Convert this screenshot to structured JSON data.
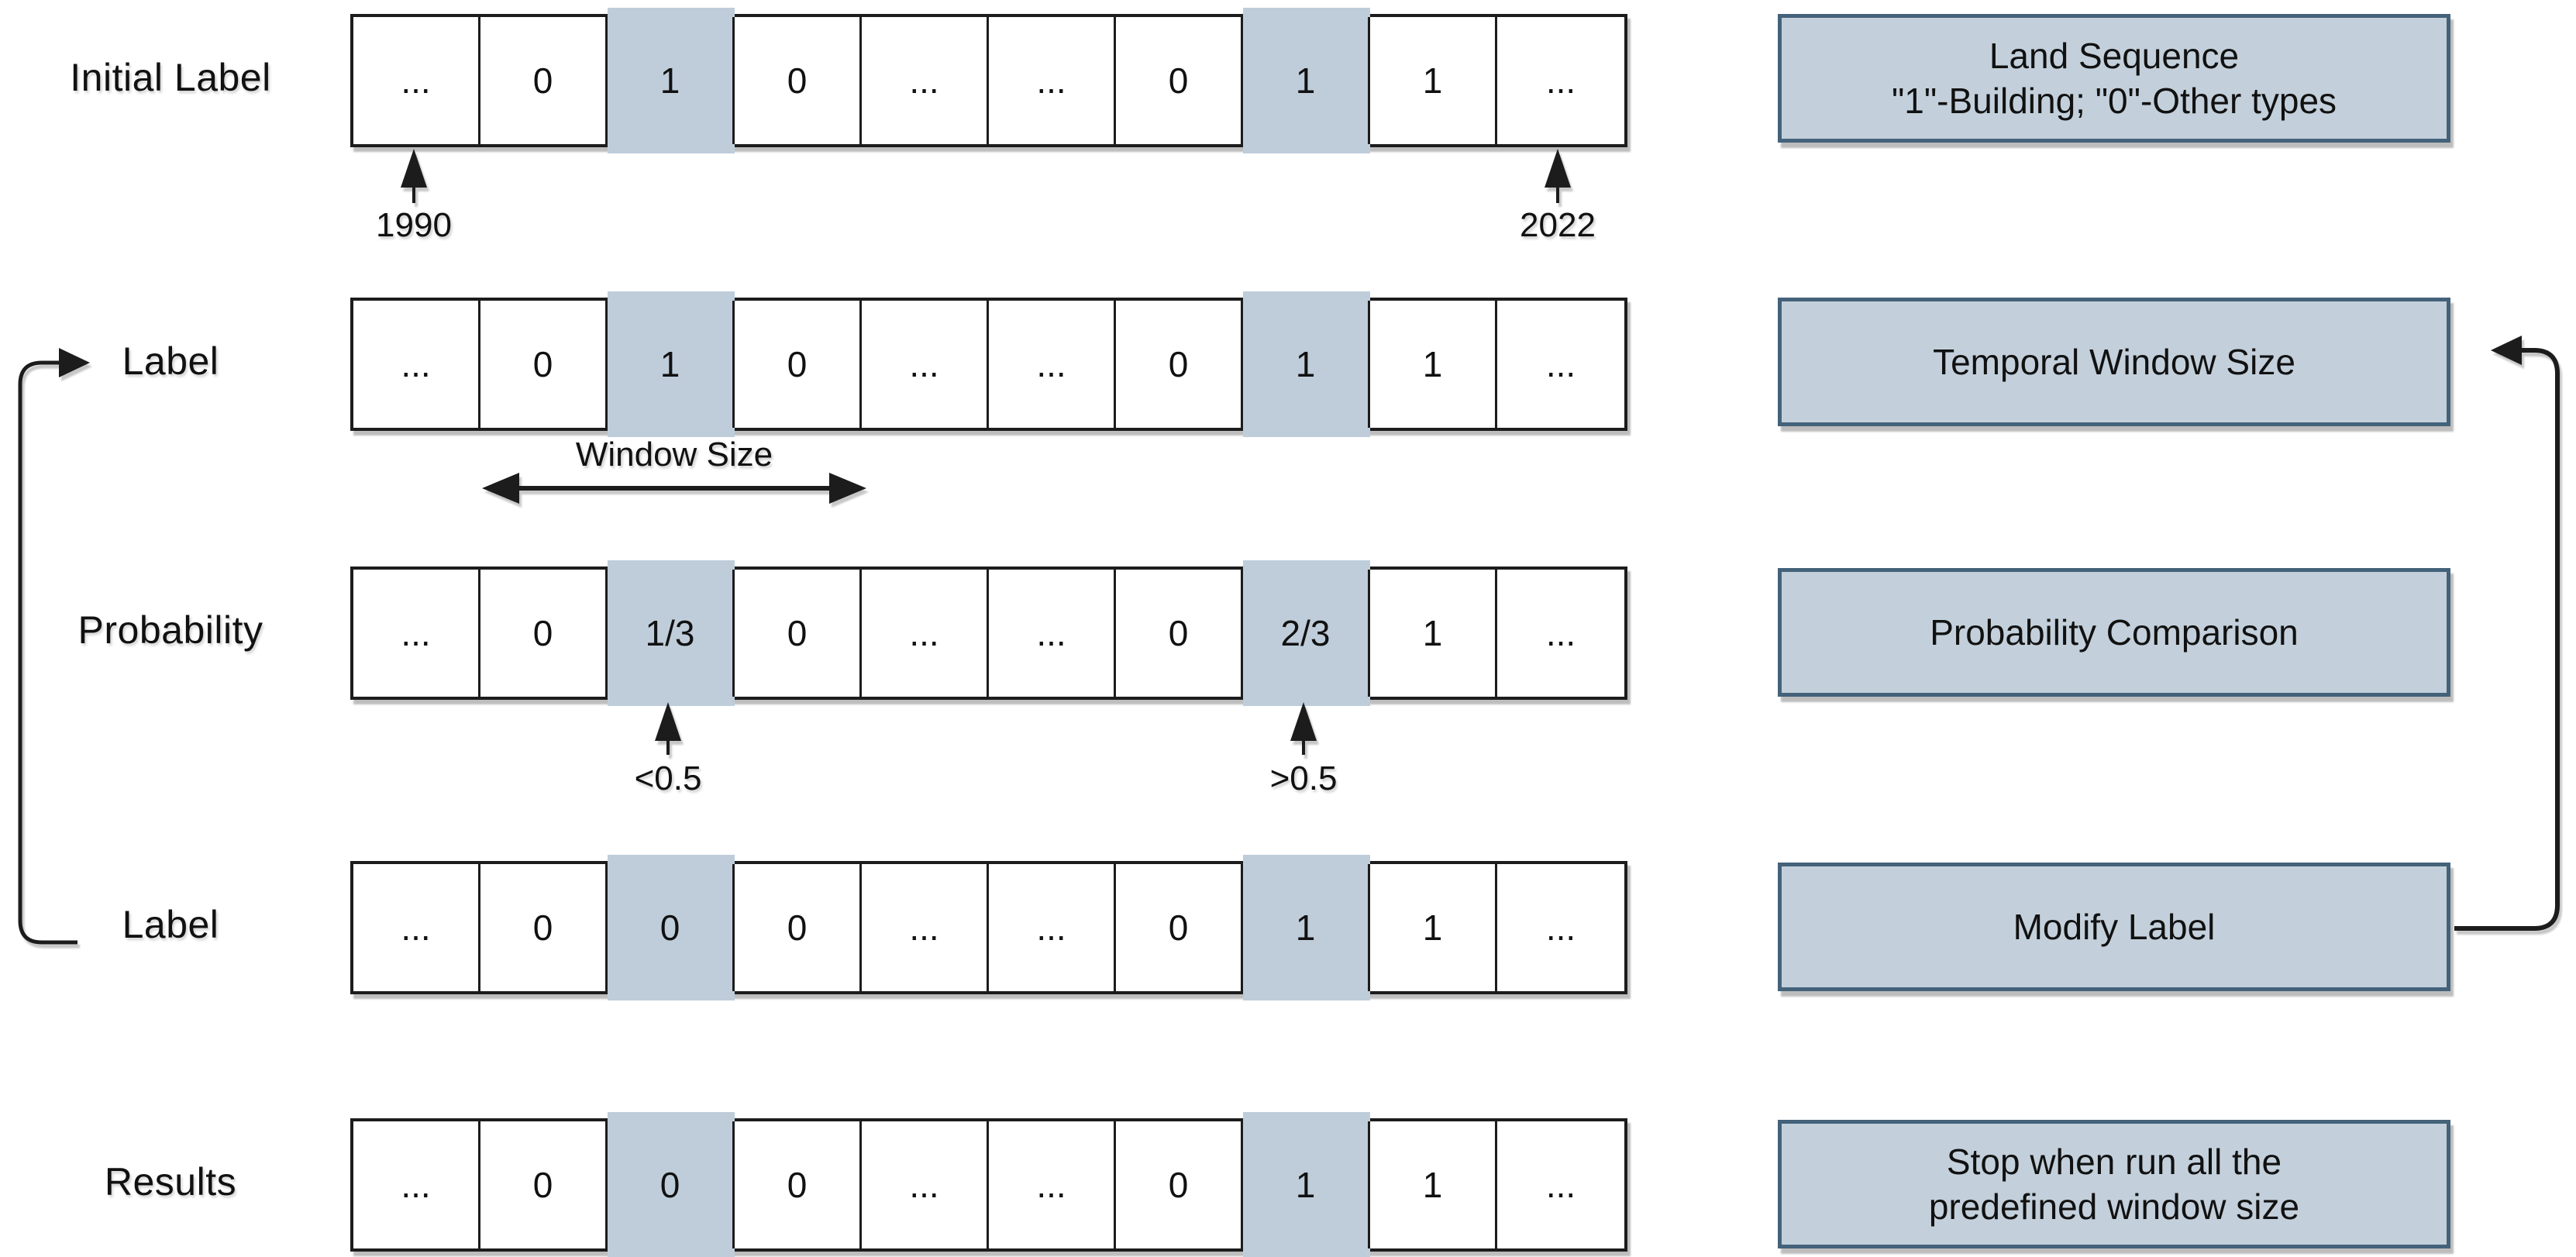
{
  "colors": {
    "highlight": "#bfcdda",
    "box_fill": "#c3d0db",
    "box_border": "#44627a",
    "line": "#1c1c1c"
  },
  "left_labels": [
    "Initial Label",
    "Label",
    "Probability",
    "Label",
    "Results"
  ],
  "rows": [
    {
      "name": "initial-label",
      "cells": [
        "...",
        "0",
        "1",
        "0",
        "...",
        "...",
        "0",
        "1",
        "1",
        "..."
      ]
    },
    {
      "name": "label",
      "cells": [
        "...",
        "0",
        "1",
        "0",
        "...",
        "...",
        "0",
        "1",
        "1",
        "..."
      ]
    },
    {
      "name": "probability",
      "cells": [
        "...",
        "0",
        "1/3",
        "0",
        "...",
        "...",
        "0",
        "2/3",
        "1",
        "..."
      ]
    },
    {
      "name": "modified-label",
      "cells": [
        "...",
        "0",
        "0",
        "0",
        "...",
        "...",
        "0",
        "1",
        "1",
        "..."
      ]
    },
    {
      "name": "results",
      "cells": [
        "...",
        "0",
        "0",
        "0",
        "...",
        "...",
        "0",
        "1",
        "1",
        "..."
      ]
    }
  ],
  "highlight_columns": [
    2,
    7
  ],
  "annotations": {
    "start_year": "1990",
    "end_year": "2022",
    "window_size": "Window Size",
    "below_threshold": "<0.5",
    "above_threshold": ">0.5"
  },
  "boxes": [
    {
      "lines": [
        "Land Sequence",
        "\"1\"-Building; \"0\"-Other types"
      ]
    },
    {
      "lines": [
        "Temporal Window Size"
      ]
    },
    {
      "lines": [
        "Probability Comparison"
      ]
    },
    {
      "lines": [
        "Modify Label"
      ]
    },
    {
      "lines": [
        "Stop when run all the",
        "predefined window size"
      ]
    }
  ]
}
